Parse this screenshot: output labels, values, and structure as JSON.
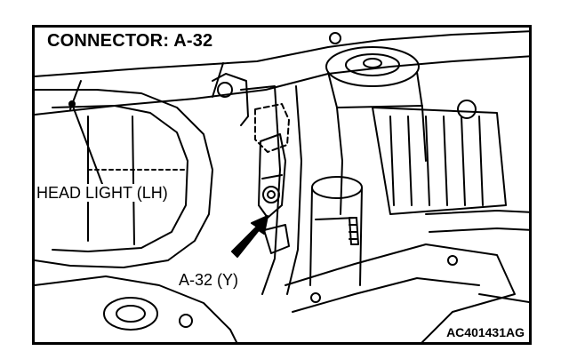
{
  "diagram": {
    "title": "CONNECTOR: A-32",
    "callouts": {
      "headlight": "HEAD LIGHT (LH)",
      "connector": "A-32 (Y)"
    },
    "reference_code": "AC401431AG"
  },
  "colors": {
    "line": "#000000",
    "background": "#ffffff"
  }
}
